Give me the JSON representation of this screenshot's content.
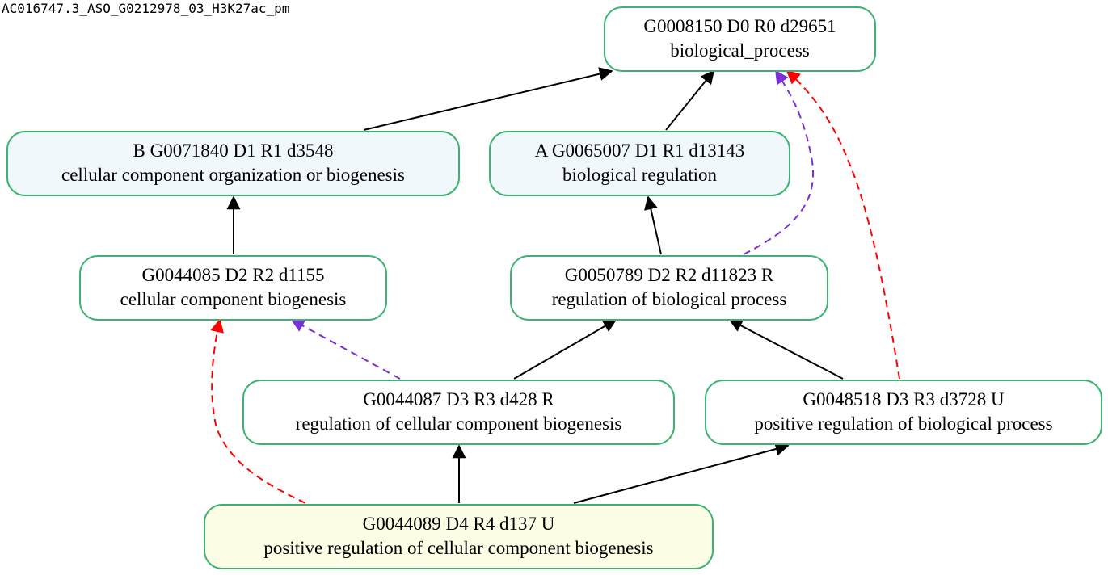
{
  "caption": "AC016747.3_ASO_G0212978_03_H3K27ac_pm",
  "colors": {
    "border": "#3cb371",
    "fill_default": "#ffffff",
    "fill_highlight": "#f0f8fb",
    "fill_source": "#fefee6",
    "edge_solid": "#000000",
    "edge_red": "#ff0000",
    "edge_purple": "#7b2fd6"
  },
  "nodes": [
    {
      "id": "go0008150",
      "line1": "G0008150 D0 R0 d29651",
      "line2": "biological_process",
      "style": "default"
    },
    {
      "id": "go0071840",
      "line1": "B  G0071840 D1 R1 d3548",
      "line2": "cellular component organization or biogenesis",
      "style": "highlight"
    },
    {
      "id": "go0065007",
      "line1": "A  G0065007 D1 R1 d13143",
      "line2": "biological regulation",
      "style": "highlight"
    },
    {
      "id": "go0044085",
      "line1": "G0044085 D2 R2 d1155",
      "line2": "cellular component biogenesis",
      "style": "default"
    },
    {
      "id": "go0050789",
      "line1": "G0050789 D2 R2 d11823 R",
      "line2": "regulation of biological process",
      "style": "default"
    },
    {
      "id": "go0044087",
      "line1": "G0044087 D3 R3 d428 R",
      "line2": "regulation of cellular component biogenesis",
      "style": "default"
    },
    {
      "id": "go0048518",
      "line1": "G0048518 D3 R3 d3728 U",
      "line2": "positive regulation of biological process",
      "style": "default"
    },
    {
      "id": "go0044089",
      "line1": "G0044089 D4 R4 d137 U",
      "line2": "positive regulation of cellular component biogenesis",
      "style": "source"
    }
  ],
  "edges": [
    {
      "from": "go0071840",
      "to": "go0008150",
      "style": "solid"
    },
    {
      "from": "go0065007",
      "to": "go0008150",
      "style": "solid"
    },
    {
      "from": "go0050789",
      "to": "go0008150",
      "style": "dashed-purple"
    },
    {
      "from": "go0048518",
      "to": "go0008150",
      "style": "dashed-red"
    },
    {
      "from": "go0044085",
      "to": "go0071840",
      "style": "solid"
    },
    {
      "from": "go0050789",
      "to": "go0065007",
      "style": "solid"
    },
    {
      "from": "go0044087",
      "to": "go0044085",
      "style": "dashed-purple"
    },
    {
      "from": "go0044089",
      "to": "go0044085",
      "style": "dashed-red"
    },
    {
      "from": "go0044087",
      "to": "go0050789",
      "style": "solid"
    },
    {
      "from": "go0048518",
      "to": "go0050789",
      "style": "solid"
    },
    {
      "from": "go0044089",
      "to": "go0044087",
      "style": "solid"
    },
    {
      "from": "go0044089",
      "to": "go0048518",
      "style": "solid"
    }
  ]
}
